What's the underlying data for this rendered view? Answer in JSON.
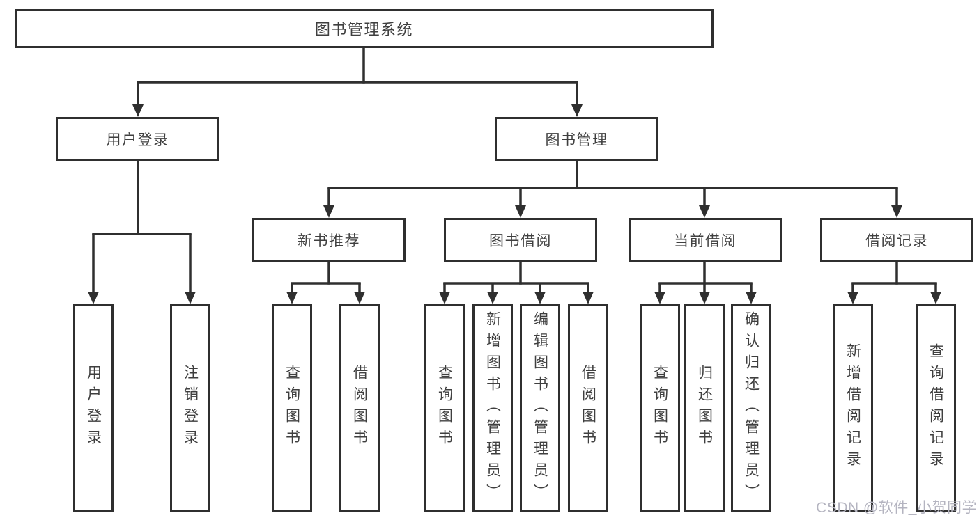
{
  "tree": {
    "root": {
      "label": "图书管理系统",
      "children": [
        {
          "label": "用户登录",
          "children": [
            {
              "label": "用户登录"
            },
            {
              "label": "注销登录"
            }
          ]
        },
        {
          "label": "图书管理",
          "children": [
            {
              "label": "新书推荐",
              "children": [
                {
                  "label": "查询图书"
                },
                {
                  "label": "借阅图书"
                }
              ]
            },
            {
              "label": "图书借阅",
              "children": [
                {
                  "label": "查询图书"
                },
                {
                  "label": "新增图书（管理员）"
                },
                {
                  "label": "编辑图书（管理员）"
                },
                {
                  "label": "借阅图书"
                }
              ]
            },
            {
              "label": "当前借阅",
              "children": [
                {
                  "label": "查询图书"
                },
                {
                  "label": "归还图书"
                },
                {
                  "label": "确认归还（管理员）"
                }
              ]
            },
            {
              "label": "借阅记录",
              "children": [
                {
                  "label": "新增借阅记录"
                },
                {
                  "label": "查询借阅记录"
                }
              ]
            }
          ]
        }
      ]
    }
  },
  "watermark": {
    "text": "CSDN @软件_小贺同学"
  },
  "colors": {
    "line": "#2f2f2f",
    "box_border": "#2f2f2f",
    "box_fill": "#ffffff",
    "text": "#3f3f3f",
    "watermark": "#b4b4c0",
    "background": "#ffffff"
  }
}
